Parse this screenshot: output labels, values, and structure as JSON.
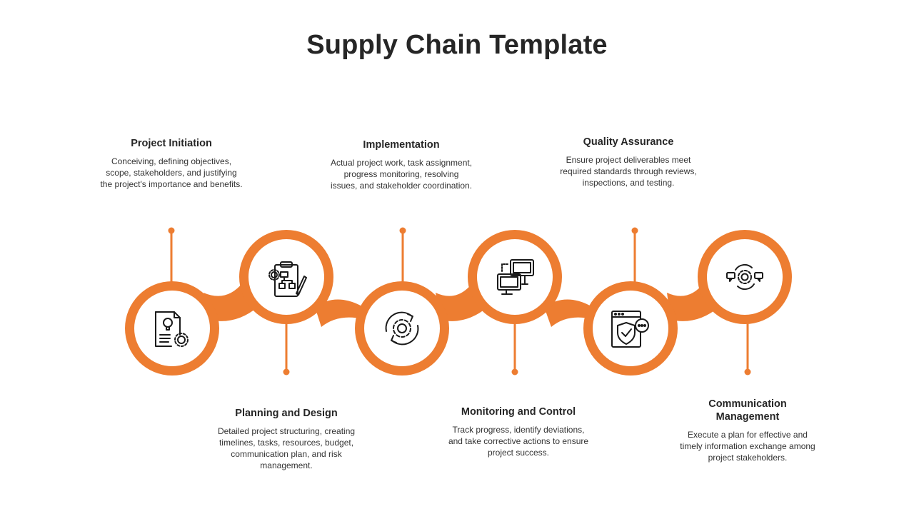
{
  "title": "Supply Chain Template",
  "accent_color": "#ED7D31",
  "steps": [
    {
      "heading": "Project Initiation",
      "text": "Conceiving, defining objectives, scope, stakeholders, and justifying the project's importance and benefits.",
      "icon": "document-lightbulb-gear-icon"
    },
    {
      "heading": "Planning and Design",
      "text": "Detailed project structuring, creating timelines, tasks, resources, budget, communication  plan, and risk management.",
      "icon": "clipboard-flowchart-icon"
    },
    {
      "heading": "Implementation",
      "text": "Actual project work, task assignment, progress monitoring, resolving issues, and stakeholder coordination.",
      "icon": "gear-cycle-icon"
    },
    {
      "heading": "Monitoring and Control",
      "text": "Track progress, identify deviations, and take corrective actions to ensure project success.",
      "icon": "monitors-network-icon"
    },
    {
      "heading": "Quality Assurance",
      "text": "Ensure project deliverables meet required standards through reviews, inspections, and testing.",
      "icon": "shield-check-browser-icon"
    },
    {
      "heading": "Communication Management",
      "text": "Execute  a plan for effective  and timely information  exchange among project stakeholders.",
      "icon": "chat-gear-icon"
    }
  ]
}
